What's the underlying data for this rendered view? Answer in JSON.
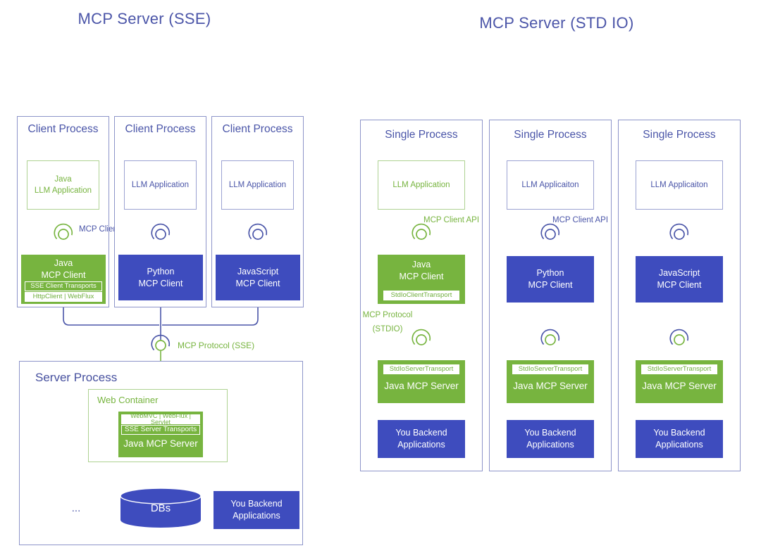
{
  "colors": {
    "green": "#77b43f",
    "indigo": "#3e4cbe",
    "navy": "#4a55a8",
    "light_green_border": "#aed292",
    "light_indigo_border": "#8d94c9"
  },
  "left": {
    "title": "MCP Server (SSE)",
    "client_api_label": "MCP Client API",
    "protocol_label": "MCP Protocol (SSE)",
    "columns": [
      {
        "header": "Client Process",
        "app_line1": "Java",
        "app_line2": "LLM Application",
        "client_line1": "Java",
        "client_line2": "MCP Client",
        "transport_strip": "SSE Client Transports",
        "impl_strip": "HttpClient | WebFlux"
      },
      {
        "header": "Client Process",
        "app_line1": "LLM Application",
        "client_line1": "Python",
        "client_line2": "MCP Client"
      },
      {
        "header": "Client Process",
        "app_line1": "LLM Application",
        "client_line1": "JavaScript",
        "client_line2": "MCP Client"
      }
    ],
    "server": {
      "header": "Server Process",
      "web_container_label": "Web Container",
      "impl_strip": "WebMVC | WebFlux | Servlet",
      "transport_strip": "SSE Server Transports",
      "label": "Java MCP Server",
      "ellipsis": "...",
      "db_label": "DBs",
      "backend_line1": "You Backend",
      "backend_line2": "Applications"
    }
  },
  "right": {
    "title": "MCP Server (STD IO)",
    "client_api_label": "MCP Client API",
    "protocol_line1": "MCP Protocol",
    "protocol_line2": "(STDIO)",
    "columns": [
      {
        "header": "Single Process",
        "app_line1": "LLM Application",
        "client_line1": "Java",
        "client_line2": "MCP Client",
        "client_transport_strip": "StdIoClientTransport",
        "server_transport_strip": "StdIoServerTransport",
        "server_label": "Java MCP Server",
        "backend_line1": "You Backend",
        "backend_line2": "Applications"
      },
      {
        "header": "Single Process",
        "app_line1": "LLM Applicaiton",
        "client_line1": "Python",
        "client_line2": "MCP Client",
        "server_transport_strip": "StdIoServerTransport",
        "server_label": "Java MCP Server",
        "backend_line1": "You Backend",
        "backend_line2": "Applications"
      },
      {
        "header": "Single Process",
        "app_line1": "LLM Applicaiton",
        "client_line1": "JavaScript",
        "client_line2": "MCP Client",
        "server_transport_strip": "StdIoServerTransport",
        "server_label": "Java MCP Server",
        "backend_line1": "You Backend",
        "backend_line2": "Applications"
      }
    ]
  }
}
